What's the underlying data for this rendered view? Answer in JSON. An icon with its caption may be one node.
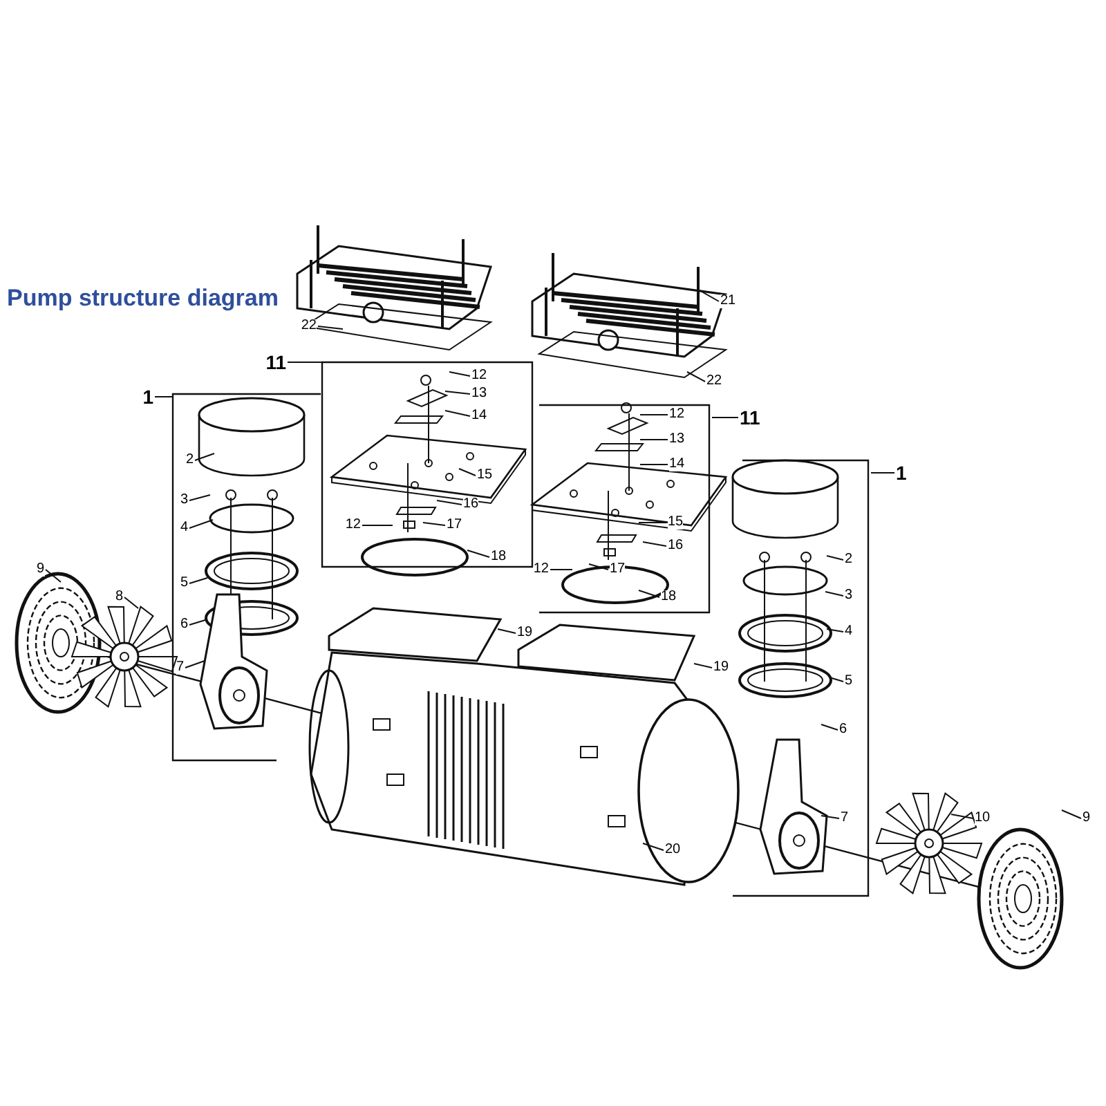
{
  "diagram": {
    "title": "Pump structure diagram",
    "nodes": [
      {
        "text": [
          "1"
        ]
      },
      {
        "text": [
          "2"
        ]
      },
      {
        "text": [
          "3"
        ]
      },
      {
        "text": [
          "4"
        ]
      },
      {
        "text": [
          "5"
        ]
      },
      {
        "text": [
          "6"
        ]
      },
      {
        "text": [
          "7"
        ]
      },
      {
        "text": [
          "8"
        ]
      },
      {
        "text": [
          "9"
        ]
      },
      {
        "text": [
          "11"
        ]
      },
      {
        "text": [
          "12"
        ]
      },
      {
        "text": [
          "13"
        ]
      },
      {
        "text": [
          "14"
        ]
      },
      {
        "text": [
          "15"
        ]
      },
      {
        "text": [
          "16"
        ]
      },
      {
        "text": [
          "17"
        ]
      },
      {
        "text": [
          "12"
        ]
      },
      {
        "text": [
          "18"
        ]
      },
      {
        "text": [
          "22"
        ]
      },
      {
        "text": [
          "21"
        ]
      },
      {
        "text": [
          "22"
        ]
      },
      {
        "text": [
          "12"
        ]
      },
      {
        "text": [
          "13"
        ]
      },
      {
        "text": [
          "14"
        ]
      },
      {
        "text": [
          "11"
        ]
      },
      {
        "text": [
          "15"
        ]
      },
      {
        "text": [
          "16"
        ]
      },
      {
        "text": [
          "17"
        ]
      },
      {
        "text": [
          "12"
        ]
      },
      {
        "text": [
          "18"
        ]
      },
      {
        "text": [
          "19"
        ]
      },
      {
        "text": [
          "19"
        ]
      },
      {
        "text": [
          "1"
        ]
      },
      {
        "text": [
          "2"
        ]
      },
      {
        "text": [
          "3"
        ]
      },
      {
        "text": [
          "4"
        ]
      },
      {
        "text": [
          "5"
        ]
      },
      {
        "text": [
          "6"
        ]
      },
      {
        "text": [
          "7"
        ]
      },
      {
        "text": [
          "20"
        ]
      },
      {
        "text": [
          "10"
        ]
      },
      {
        "text": [
          "9"
        ]
      }
    ],
    "edges": [
      {
        "from": 0,
        "to": null,
        "arrow": "none"
      },
      {
        "from": 1,
        "to": null,
        "arrow": "none"
      },
      {
        "from": 2,
        "to": null,
        "arrow": "none"
      },
      {
        "from": 3,
        "to": null,
        "arrow": "none"
      },
      {
        "from": 4,
        "to": null,
        "arrow": "none"
      },
      {
        "from": 5,
        "to": null,
        "arrow": "none"
      },
      {
        "from": 6,
        "to": null,
        "arrow": "none"
      },
      {
        "from": 7,
        "to": null,
        "arrow": "none"
      },
      {
        "from": 8,
        "to": null,
        "arrow": "none"
      },
      {
        "from": 9,
        "to": null,
        "arrow": "none"
      },
      {
        "from": 10,
        "to": null,
        "arrow": "none"
      },
      {
        "from": 11,
        "to": null,
        "arrow": "none"
      },
      {
        "from": 12,
        "to": null,
        "arrow": "none"
      },
      {
        "from": 13,
        "to": null,
        "arrow": "none"
      },
      {
        "from": 14,
        "to": null,
        "arrow": "none"
      },
      {
        "from": 15,
        "to": null,
        "arrow": "none"
      },
      {
        "from": 16,
        "to": null,
        "arrow": "none"
      },
      {
        "from": 17,
        "to": null,
        "arrow": "none"
      },
      {
        "from": 18,
        "to": null,
        "arrow": "none"
      },
      {
        "from": 19,
        "to": null,
        "arrow": "none"
      },
      {
        "from": 20,
        "to": null,
        "arrow": "none"
      },
      {
        "from": 21,
        "to": null,
        "arrow": "none"
      },
      {
        "from": 22,
        "to": null,
        "arrow": "none"
      },
      {
        "from": 23,
        "to": null,
        "arrow": "none"
      },
      {
        "from": 24,
        "to": null,
        "arrow": "none"
      },
      {
        "from": 25,
        "to": null,
        "arrow": "none"
      },
      {
        "from": 26,
        "to": null,
        "arrow": "none"
      },
      {
        "from": 27,
        "to": null,
        "arrow": "none"
      },
      {
        "from": 28,
        "to": null,
        "arrow": "none"
      },
      {
        "from": 29,
        "to": null,
        "arrow": "none"
      },
      {
        "from": 30,
        "to": null,
        "arrow": "none"
      },
      {
        "from": 31,
        "to": null,
        "arrow": "none"
      },
      {
        "from": 32,
        "to": null,
        "arrow": "none"
      },
      {
        "from": 33,
        "to": null,
        "arrow": "none"
      },
      {
        "from": 34,
        "to": null,
        "arrow": "none"
      },
      {
        "from": 35,
        "to": null,
        "arrow": "none"
      },
      {
        "from": 36,
        "to": null,
        "arrow": "none"
      },
      {
        "from": 37,
        "to": null,
        "arrow": "none"
      },
      {
        "from": 38,
        "to": null,
        "arrow": "none"
      },
      {
        "from": 39,
        "to": null,
        "arrow": "none"
      },
      {
        "from": 40,
        "to": null,
        "arrow": "none"
      },
      {
        "from": 41,
        "to": null,
        "arrow": "none"
      }
    ]
  }
}
